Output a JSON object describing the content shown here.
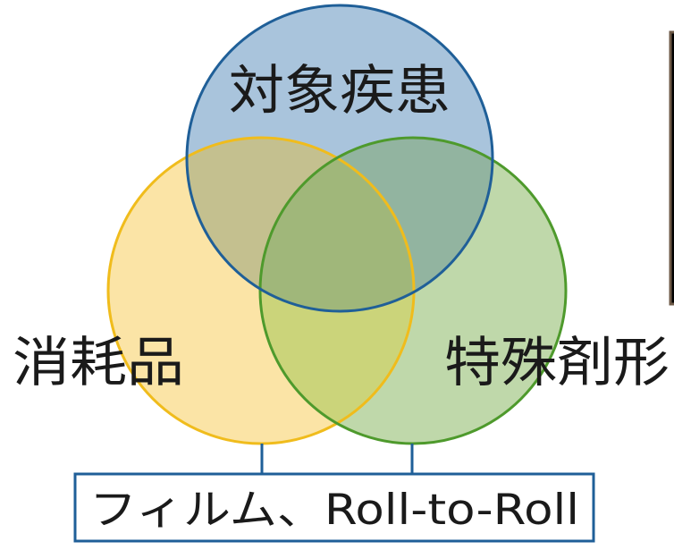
{
  "diagram": {
    "sets": [
      {
        "label": "対象疾患",
        "fill": "#a9c4dc",
        "stroke": "#1f5f98"
      },
      {
        "label": "消耗品",
        "fill": "#fbe4a6",
        "stroke": "#f0bc1c"
      },
      {
        "label": "特殊剤形",
        "fill": "#bfd8aa",
        "stroke": "#4e9a2c"
      }
    ],
    "intersections": {
      "top_left": "#c4c08f",
      "top_right": "#92b4a0",
      "center": "#a0b77a",
      "bottom": "#cbd47a"
    },
    "caption": "フィルム、Roll-to-Roll",
    "caption_border": "#1f5f98"
  },
  "side_image": {
    "border": "#6e5a47",
    "fill": "#ffffff"
  }
}
